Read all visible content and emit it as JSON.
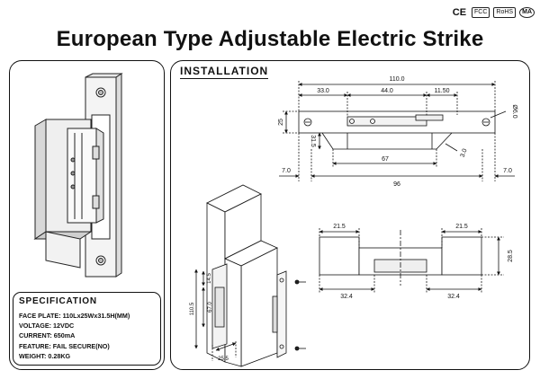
{
  "certifications": {
    "ce": "CE",
    "mark2": "FCC",
    "mark3": "RoHS",
    "ma": "MA"
  },
  "title": "European Type Adjustable Electric Strike",
  "installation": {
    "title": "INSTALLATION",
    "top_dims": {
      "total_width": "110.0",
      "left_offset": "33.0",
      "center": "44.0",
      "right_offset": "11.50",
      "height": "25",
      "hole": "Ø6.0",
      "depth": "31.5",
      "slot_depth": "3.0",
      "slot_len": "67",
      "edge_left": "7.0",
      "mid_width": "96",
      "edge_right": "7.0"
    },
    "bottom_dims": {
      "left_top": "21.5",
      "right_top": "21.5",
      "right_height": "28.5",
      "left_bottom": "32.4",
      "right_bottom": "32.4"
    },
    "iso_dims": {
      "height_total": "110.5",
      "height_inner": "67.0",
      "top_small": "14.5",
      "bottom_small": "25.5"
    }
  },
  "specification": {
    "title": "SPECIFICATION",
    "lines": [
      "FACE PLATE: 110Lx25Wx31.5H(MM)",
      "VOLTAGE: 12VDC",
      "CURRENT: 650mA",
      "FEATURE: FAIL SECURE(NO)",
      "WEIGHT: 0.28KG"
    ]
  }
}
